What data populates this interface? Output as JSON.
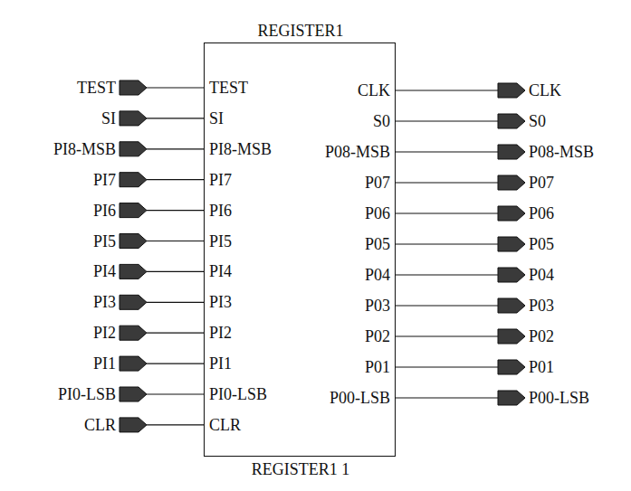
{
  "diagram": {
    "nodes": [
      {
        "text": [
          "REGISTER1",
          "REGISTER1 1"
        ]
      }
    ],
    "labels": [
      "TEST",
      "SI",
      "PI8-MSB",
      "PI7",
      "PI6",
      "PI5",
      "PI4",
      "PI3",
      "PI2",
      "PI1",
      "PI0-LSB",
      "CLR",
      "TEST",
      "SI",
      "PI8-MSB",
      "PI7",
      "PI6",
      "PI5",
      "PI4",
      "PI3",
      "PI2",
      "PI1",
      "PI0-LSB",
      "CLR",
      "CLK",
      "S0",
      "P08-MSB",
      "P07",
      "P06",
      "P05",
      "P04",
      "P03",
      "P02",
      "P01",
      "P00-LSB",
      "CLK",
      "S0",
      "P08-MSB",
      "P07",
      "P06",
      "P05",
      "P04",
      "P03",
      "P02",
      "P01",
      "P00-LSB"
    ]
  }
}
